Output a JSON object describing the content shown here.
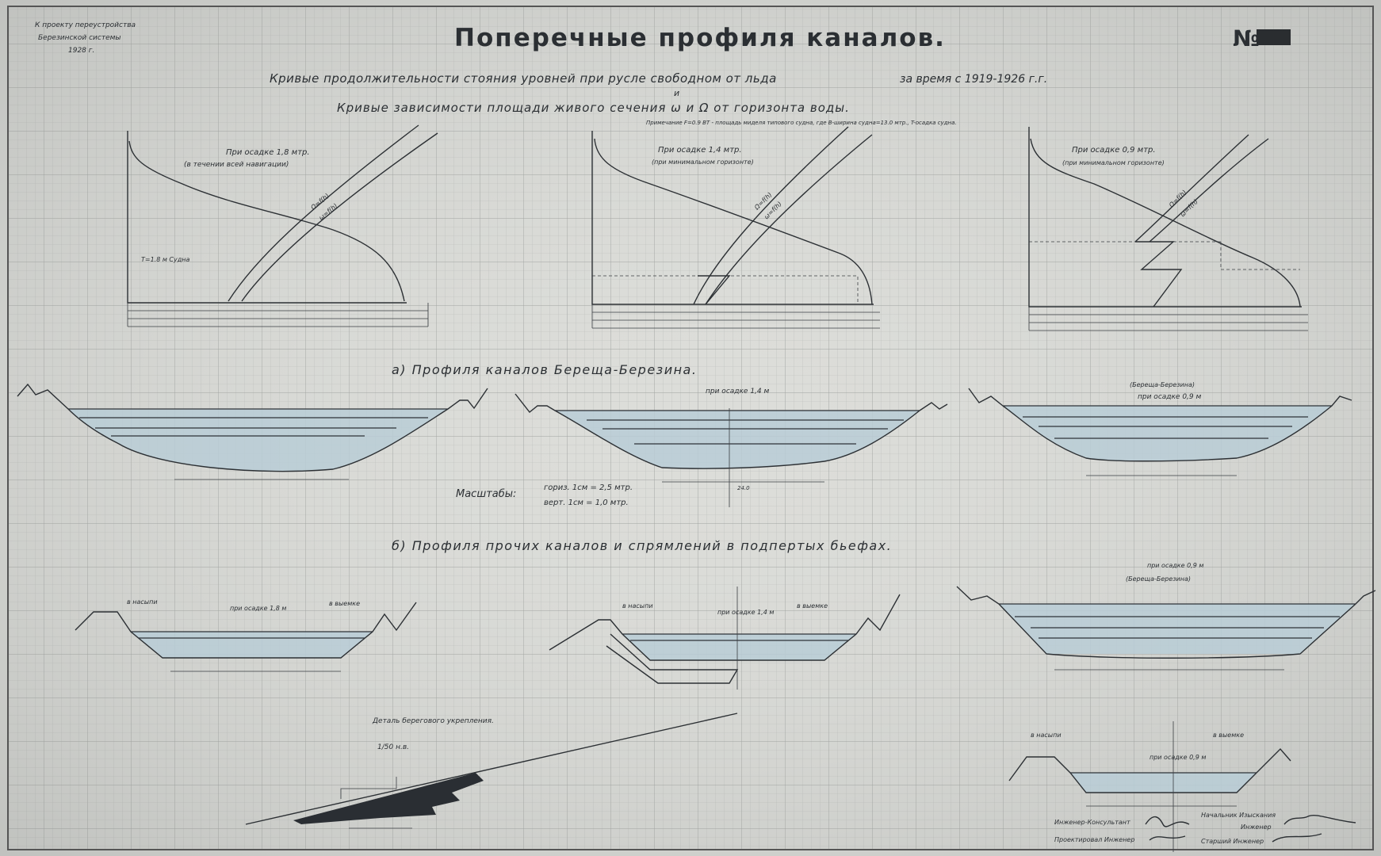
{
  "stamp": {
    "line1": "К проекту переустройства",
    "line2": "Березинской системы",
    "line3": "1928 г."
  },
  "title": "Поперечные профиля каналов.",
  "sheet_number_label": "№",
  "subtitle": {
    "line1": "Кривые продолжительности стояния уровней при русле свободном от льда",
    "line1_suffix": "за время с 1919-1926 г.г.",
    "and": "и",
    "line2": "Кривые зависимости площади живого сечения ω и Ω от горизонта воды.",
    "note": "Примечание F=0.9 BT - площадь миделя типового судна, где B-ширина судна=13.0 мтр., T-осадка судна."
  },
  "graphs": [
    {
      "title": "При осадке 1,8 мтр.",
      "subtitle": "(в течении всей навигации)",
      "curve1": "Ω=f(h)",
      "curve2": "ω=f(h)",
      "note": "T=1.8 м Судна"
    },
    {
      "title": "При осадке 1,4 мтр.",
      "subtitle": "(при минимальном горизонте)",
      "curve1": "Ω=f(h)",
      "curve2": "ω=f(h)"
    },
    {
      "title": "При осадке 0,9 мтр.",
      "subtitle": "(при минимальном горизонте)",
      "curve1": "Ω=f(h)",
      "curve2": "ω=f(h)"
    }
  ],
  "section_a": {
    "heading": "а) Профиля каналов Береща-Березина.",
    "profile2_label": "при осадке 1,4 м",
    "profile3_label": "при осадке 0,9 м",
    "profile3_sub": "(Береща-Березина)",
    "width_label": "24.0",
    "scales_label": "Масштабы:",
    "scale_h": "гориз. 1см = 2,5 мтр.",
    "scale_v": "верт. 1см = 1,0 мтр."
  },
  "section_b": {
    "heading": "б) Профиля прочих каналов и спрямлений в подпертых бьефах.",
    "p1_label": "при осадке 1,8 м",
    "p1_left": "в насыпи",
    "p1_right": "в выемке",
    "p2_label": "при осадке 1,4 м",
    "p2_left": "в насыпи",
    "p2_right": "в выемке",
    "p3_label": "при осадке 0,9 м",
    "p3_sub": "(Береща-Березина)",
    "p4_label": "при осадке 0,9 м",
    "p4_left": "в насыпи",
    "p4_right": "в выемке"
  },
  "detail": {
    "title": "Деталь берегового укрепления.",
    "scale": "1/50 н.в."
  },
  "signatures": {
    "engineer_consultant": "Инженер-Консультант",
    "designer": "Проектировал Инженер",
    "chief": "Начальник Изыскания",
    "chief2": "Инженер",
    "senior": "Старший Инженер"
  }
}
